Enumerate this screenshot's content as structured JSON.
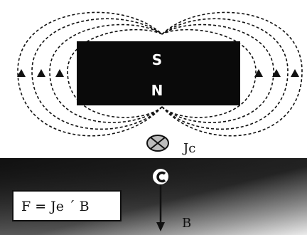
{
  "magnet": {
    "top_pole": "S",
    "bottom_pole": "N",
    "color": "#0a0a0a"
  },
  "current": {
    "label": "Jc",
    "symbol": "cross-in-circle-icon"
  },
  "conductor": {
    "color_dark": "#1a1a1a",
    "color_light": "#cfcfcf"
  },
  "formula": {
    "text": "F = Je ´ B"
  },
  "field": {
    "label": "B"
  }
}
